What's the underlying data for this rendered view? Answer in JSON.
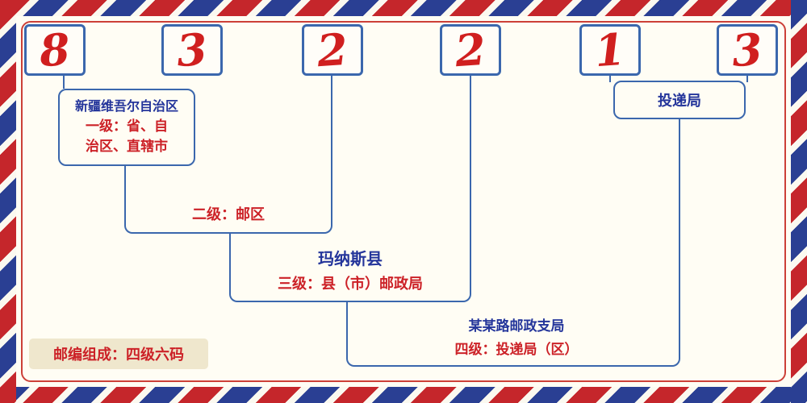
{
  "postal_code": {
    "digits": [
      "8",
      "3",
      "2",
      "2",
      "1",
      "3"
    ]
  },
  "levels": {
    "level1": {
      "place": "新疆维吾尔自治区",
      "desc_line1": "一级：省、自",
      "desc_line2": "治区、直辖市"
    },
    "level2": {
      "desc": "二级：邮区"
    },
    "level3": {
      "place": "玛纳斯县",
      "desc": "三级：县（市）邮政局"
    },
    "level4": {
      "place": "某某路邮政支局",
      "desc": "四级：投递局（区）"
    },
    "delivery": {
      "label": "投递局"
    }
  },
  "note": {
    "text": "邮编组成：四级六码"
  },
  "colors": {
    "digit_red": "#d01f1f",
    "stripe_red": "#c5262b",
    "stripe_blue": "#2a3f93",
    "connector_blue": "#3b67ad",
    "label_blue": "#24359b",
    "label_red": "#cc2127",
    "inner_border_red": "#cc4038",
    "note_background": "#efe7cd",
    "page_background": "#fffdf4"
  }
}
